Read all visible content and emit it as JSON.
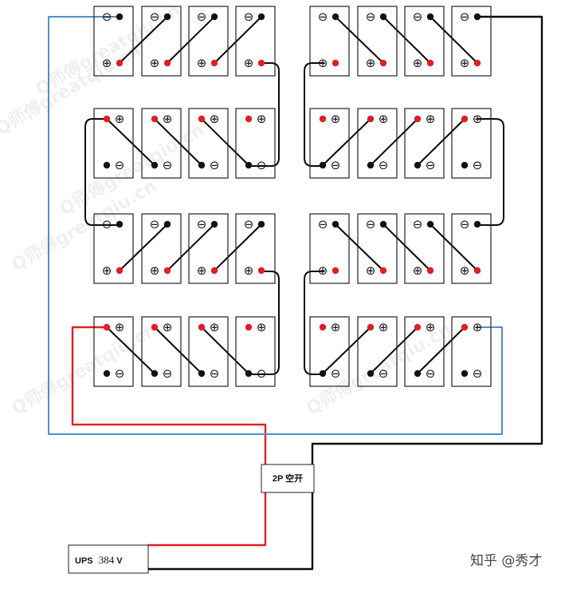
{
  "breaker": {
    "label": "2P 空开"
  },
  "ups": {
    "label_prefix": "UPS",
    "label_value": "384",
    "label_unit": "V"
  },
  "credit": "知乎 @秀才",
  "watermarks": [
    "Q师傅greatqiu.cn",
    "Q师傅greatqiu.cn",
    "Q师傅greatqiu.cn",
    "Q师傅greatqiu.cn",
    "Q师傅greatqiu.cn",
    "Q师傅greatqiu.cn"
  ],
  "terminal_symbols": {
    "positive": "⊕",
    "negative": "⊖"
  },
  "colors": {
    "positive_wire": "#e02020",
    "negative_wire": "#0a0a0a",
    "blue_wire": "#4f8fc8",
    "positive_dot": "#e02020",
    "negative_dot": "#111111",
    "battery_border": "#222222"
  },
  "layout_semantics": {
    "rows": 4,
    "batteries_per_row": 8,
    "row_orientation": [
      "neg-top",
      "pos-top",
      "neg-top",
      "pos-top"
    ]
  }
}
